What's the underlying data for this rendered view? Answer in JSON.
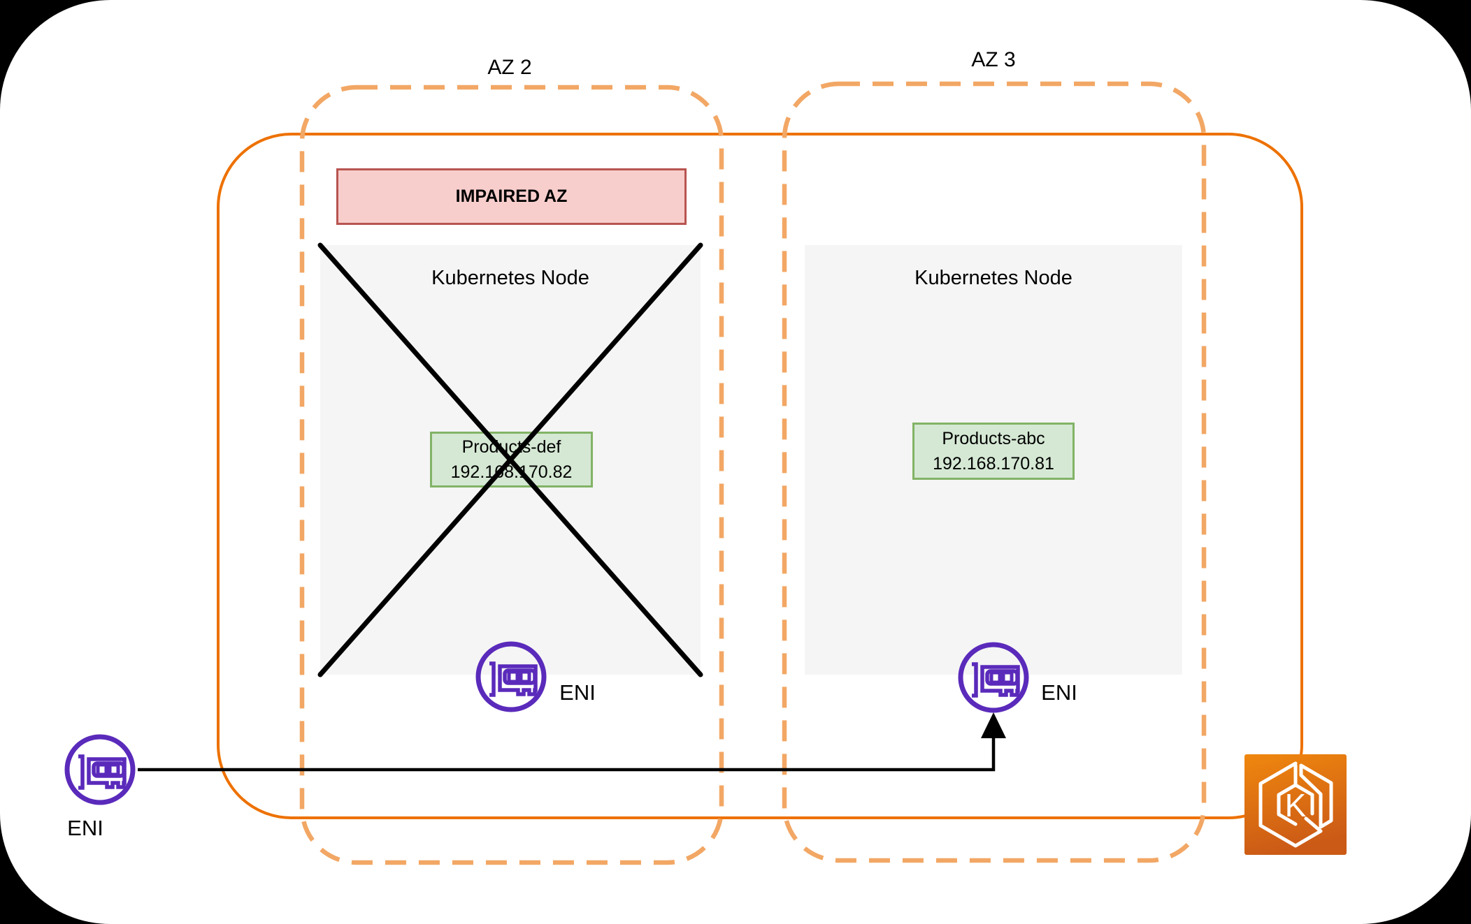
{
  "colors": {
    "cluster_orange": "#ED7100",
    "az_dashed_orange": "#F2A765",
    "impaired_fill": "#F8CECC",
    "impaired_border": "#B85450",
    "pod_fill": "#D5E8D4",
    "pod_border": "#82B366",
    "node_fill": "#F5F5F5",
    "eni_purple": "#5A2ABB",
    "eks_gradient_top": "#F0870E",
    "eks_gradient_bottom": "#CB5A16"
  },
  "az2": {
    "label": "AZ 2",
    "banner": "IMPAIRED AZ",
    "node_title": "Kubernetes Node",
    "pod_name": "Products-def",
    "pod_ip": "192.168.170.82",
    "eni_label": "ENI"
  },
  "az3": {
    "label": "AZ 3",
    "node_title": "Kubernetes Node",
    "pod_name": "Products-abc",
    "pod_ip": "192.168.170.81",
    "eni_label": "ENI"
  },
  "external_eni": {
    "label": "ENI"
  },
  "eks": {
    "letter": "K"
  }
}
